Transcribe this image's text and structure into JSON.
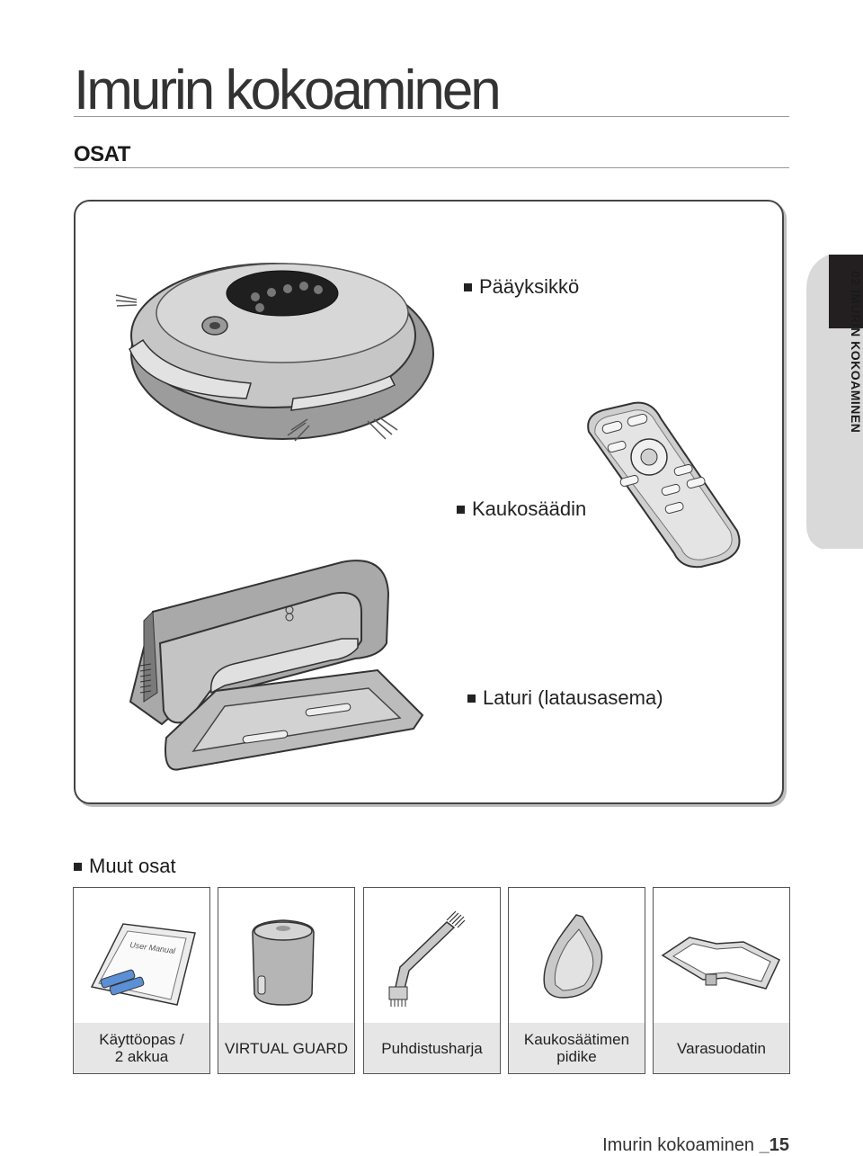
{
  "page": {
    "title": "Imurin kokoaminen",
    "section": "OSAT",
    "side_tab": "02 IMURIN KOKOAMINEN",
    "footer_text": "Imurin kokoaminen",
    "footer_page": "_15"
  },
  "parts": [
    {
      "label": "Pääyksikkö",
      "icon": "robot-vacuum-icon"
    },
    {
      "label": "Kaukosäädin",
      "icon": "remote-control-icon"
    },
    {
      "label": "Laturi (latausasema)",
      "icon": "charging-station-icon"
    }
  ],
  "other": {
    "label": "Muut osat",
    "items": [
      {
        "line1": "Käyttöopas /",
        "line2": "2 akkua",
        "icon": "manual-batteries-icon",
        "manual_text": "User Manual"
      },
      {
        "line1": "VIRTUAL GUARD",
        "line2": "",
        "icon": "virtual-guard-icon"
      },
      {
        "line1": "Puhdistusharja",
        "line2": "",
        "icon": "cleaning-brush-icon"
      },
      {
        "line1": "Kaukosäätimen",
        "line2": "pidike",
        "icon": "remote-holder-icon"
      },
      {
        "line1": "Varasuodatin",
        "line2": "",
        "icon": "spare-filter-icon"
      }
    ]
  },
  "colors": {
    "tab_dark": "#231f20",
    "tab_grey": "#d9d9d9",
    "caption_bg": "#e6e6e6",
    "device_grey": "#b8b8b8"
  }
}
